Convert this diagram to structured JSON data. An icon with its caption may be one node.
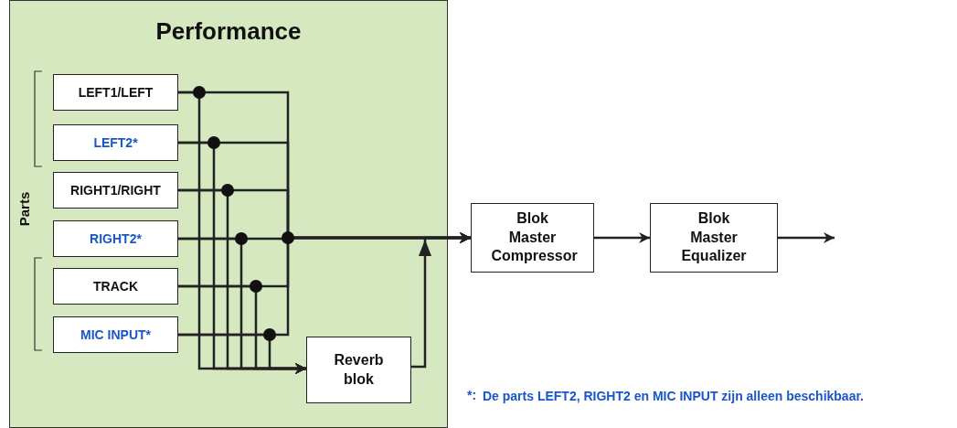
{
  "diagram": {
    "nodes": [
      {
        "text": [
          "Performance"
        ]
      },
      {
        "text": [
          "LEFT1/LEFT"
        ],
        "in": 0
      },
      {
        "text": [
          "LEFT2*"
        ],
        "in": 0
      },
      {
        "text": [
          "RIGHT1/RIGHT"
        ],
        "in": 0
      },
      {
        "text": [
          "RIGHT2*"
        ],
        "in": 0
      },
      {
        "text": [
          "TRACK"
        ],
        "in": 0
      },
      {
        "text": [
          "MIC INPUT*"
        ],
        "in": 0
      },
      {
        "text": [
          "Reverb blok"
        ],
        "in": 0
      },
      {
        "text": [
          "Blok Master Compressor"
        ]
      },
      {
        "text": [
          "Blok Master Equalizer"
        ]
      }
    ],
    "edges": [
      {
        "from": 1,
        "to": 8,
        "arrow": "to"
      },
      {
        "from": 2,
        "to": 8,
        "arrow": "to"
      },
      {
        "from": 3,
        "to": 8,
        "arrow": "to"
      },
      {
        "from": 4,
        "to": 8,
        "arrow": "to"
      },
      {
        "from": 5,
        "to": 8,
        "arrow": "to"
      },
      {
        "from": 6,
        "to": 8,
        "arrow": "to"
      },
      {
        "from": 1,
        "to": 7,
        "arrow": "to"
      },
      {
        "from": 2,
        "to": 7,
        "arrow": "to"
      },
      {
        "from": 3,
        "to": 7,
        "arrow": "to"
      },
      {
        "from": 4,
        "to": 7,
        "arrow": "to"
      },
      {
        "from": 5,
        "to": 7,
        "arrow": "to"
      },
      {
        "from": 6,
        "to": 7,
        "arrow": "to"
      },
      {
        "from": 7,
        "to": 8,
        "arrow": "to"
      },
      {
        "from": 8,
        "to": 9,
        "arrow": "to"
      },
      {
        "from": 9,
        "to": null,
        "arrow": "to"
      }
    ],
    "labels": [
      "Parts",
      "*:",
      "De parts LEFT2, RIGHT2 en MIC INPUT zijn alleen beschikbaar."
    ]
  }
}
